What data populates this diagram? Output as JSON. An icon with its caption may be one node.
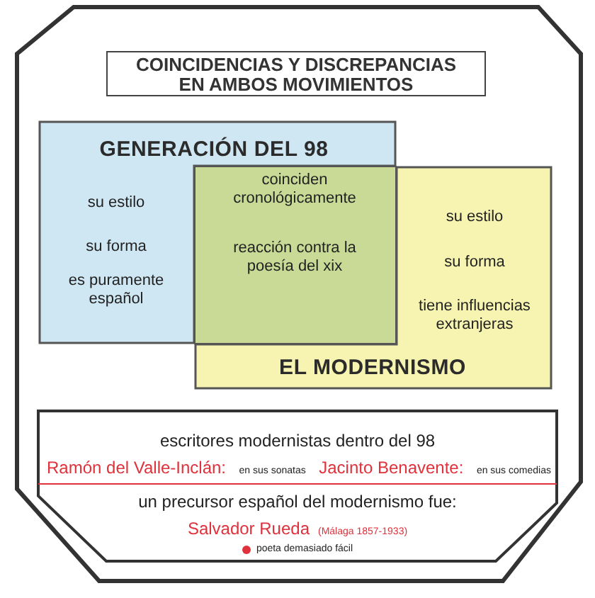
{
  "diagram": {
    "title": "COINCIDENCIAS Y DISCREPANCIAS EN AMBOS MOVIMIENTOS",
    "nodes": [
      {
        "text": [
          "GENERACIÓN DEL 98",
          "su estilo",
          "su forma",
          "es puramente español"
        ]
      },
      {
        "text": [
          "EL MODERNISMO",
          "su estilo",
          "su forma",
          "tiene influencias extranjeras"
        ]
      },
      {
        "text": [
          "coinciden cronológicamente",
          "reacción contra la poesía del xix"
        ]
      },
      {
        "text": [
          "escritores modernistas dentro del 98",
          "Ramón del Valle-Inclán:",
          "en sus sonatas",
          "Jacinto Benavente:",
          "en sus comedias"
        ]
      },
      {
        "text": [
          "un precursor español del modernismo fue:",
          "Salvador Rueda",
          "(Málaga 1857-1933)",
          "poeta demasiado fácil"
        ]
      }
    ],
    "edges": []
  }
}
